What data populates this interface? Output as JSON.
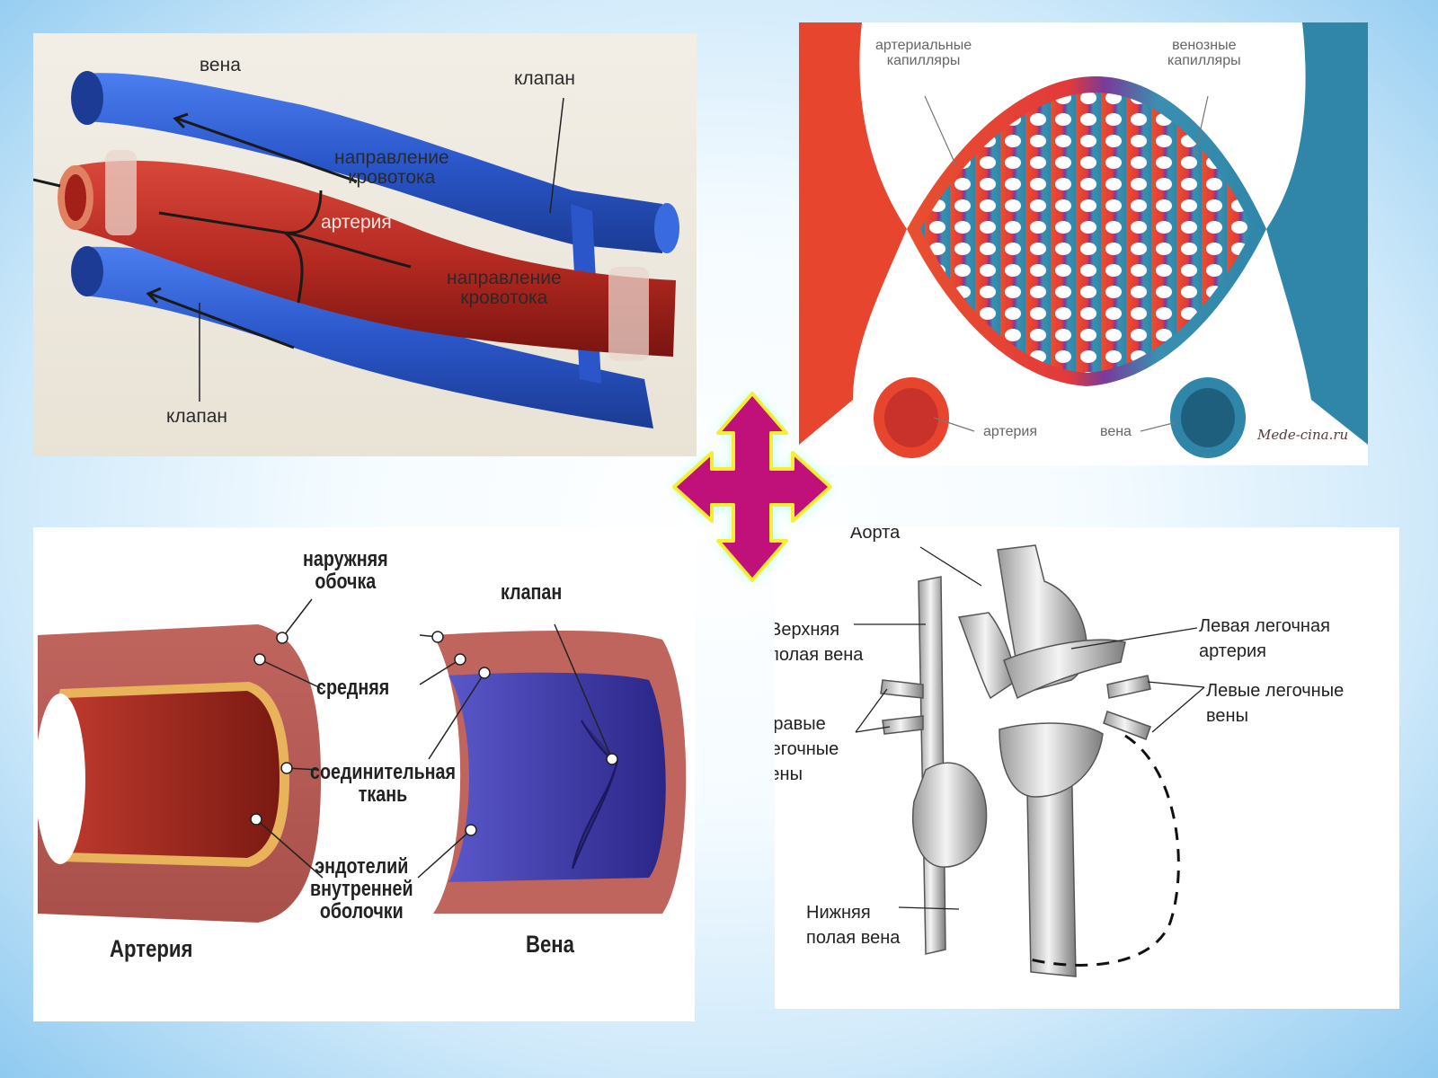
{
  "panel_vessels": {
    "vein": "вена",
    "valve_top": "клапан",
    "flow_dir_1": "направление\nкровотока",
    "artery": "артерия",
    "flow_dir_2": "направление\nкровотока",
    "valve_bottom": "клапан"
  },
  "panel_capillaries": {
    "arterial_capillaries": "артериальные\nкапилляры",
    "venous_capillaries": "венозные\nкапилляры",
    "artery": "артерия",
    "vein": "вена",
    "watermark": "Mede-cina.ru"
  },
  "panel_walls": {
    "outer": "наружняя\nобочка",
    "valve": "клапан",
    "middle": "средняя",
    "connective": "соединительная\nткань",
    "endothelium": "эндотелий\nвнутренней\nоболочки",
    "artery": "Артерия",
    "vein": "Вена"
  },
  "panel_heart": {
    "aorta": "Аорта",
    "superior_vena_cava": "Верхняя\nполая вена",
    "left_pulmonary_artery": "Левая легочная\nартерия",
    "right_pulmonary_veins": "Правые\nлегочные\nвены",
    "left_pulmonary_veins": "Левые легочные\nвены",
    "inferior_vena_cava": "Нижняя\nполая вена"
  },
  "colors": {
    "artery_red": "#c8322a",
    "vein_blue": "#2e5fd0",
    "capillary_red": "#e8502e",
    "capillary_blue": "#3a8fb0",
    "arrow_magenta": "#c0107a",
    "arrow_outline": "#f7ee34"
  }
}
